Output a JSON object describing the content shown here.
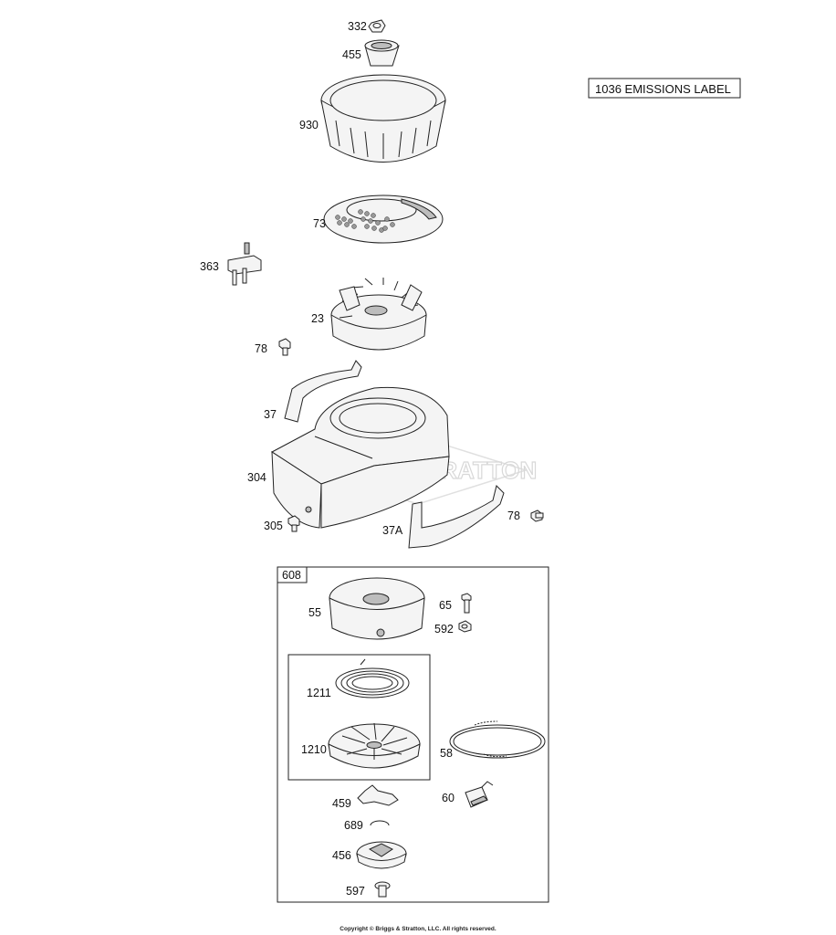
{
  "emissions_label": "1036 EMISSIONS LABEL",
  "watermark": "BRIGGS&STRATTON",
  "group_box_label": "608",
  "copyright": "Copyright © Briggs & Stratton, LLC. All rights reserved.",
  "parts": {
    "p332": "332",
    "p455": "455",
    "p930": "930",
    "p73": "73",
    "p363": "363",
    "p23": "23",
    "p78a": "78",
    "p37": "37",
    "p304": "304",
    "p305": "305",
    "p37a": "37A",
    "p78b": "78",
    "p55": "55",
    "p65": "65",
    "p592": "592",
    "p1211": "1211",
    "p1210": "1210",
    "p58": "58",
    "p459": "459",
    "p60": "60",
    "p689": "689",
    "p456": "456",
    "p597": "597"
  }
}
